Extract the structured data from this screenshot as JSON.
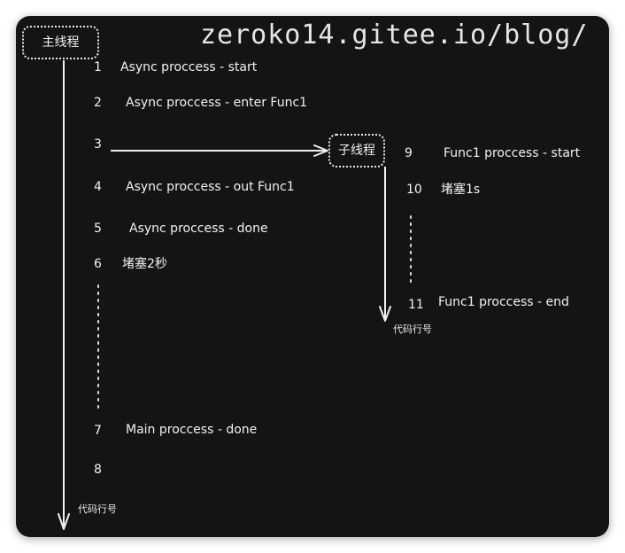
{
  "watermark": "zeroko14.gitee.io/blog/",
  "main_thread": {
    "label": "主线程",
    "axis_label": "代码行号",
    "lines": [
      {
        "num": "1",
        "text": "Async proccess - start"
      },
      {
        "num": "2",
        "text": "Async proccess - enter Func1"
      },
      {
        "num": "3",
        "text": ""
      },
      {
        "num": "4",
        "text": "Async proccess - out Func1"
      },
      {
        "num": "5",
        "text": "Async proccess - done"
      },
      {
        "num": "6",
        "text": "堵塞2秒"
      },
      {
        "num": "7",
        "text": "Main proccess - done"
      },
      {
        "num": "8",
        "text": ""
      }
    ]
  },
  "sub_thread": {
    "label": "子线程",
    "axis_label": "代码行号",
    "lines": [
      {
        "num": "9",
        "text": "Func1 proccess - start"
      },
      {
        "num": "10",
        "text": "堵塞1s"
      },
      {
        "num": "11",
        "text": "Func1 proccess - end"
      }
    ]
  },
  "colors": {
    "background": "#141414",
    "foreground": "#f2f2f2"
  }
}
